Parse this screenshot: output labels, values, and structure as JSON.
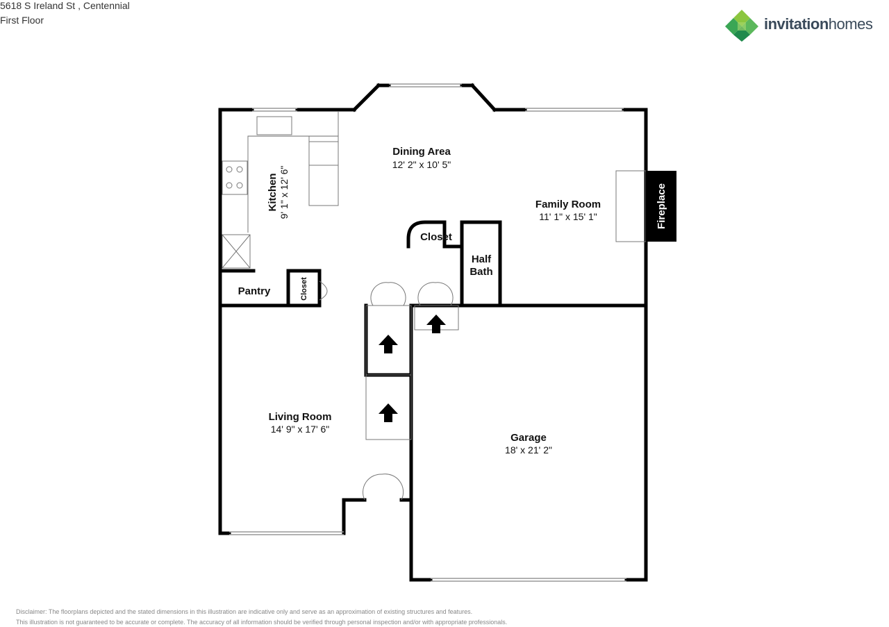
{
  "header": {
    "address": "5618 S Ireland St , Centennial",
    "floor": "First Floor"
  },
  "logo": {
    "brand_bold": "invitation",
    "brand_light": "homes",
    "icon": "invitation-homes-logo-icon"
  },
  "rooms": [
    {
      "name": "Dining Area",
      "dims": "12' 2\" x 10' 5\""
    },
    {
      "name": "Family Room",
      "dims": "11' 1\" x 15' 1\""
    },
    {
      "name": "Kitchen",
      "dims": "9' 1\" x 12' 6\""
    },
    {
      "name": "Closet",
      "dims": ""
    },
    {
      "name": "Half Bath",
      "dims": ""
    },
    {
      "name": "Pantry",
      "dims": ""
    },
    {
      "name": "Closet",
      "dims": ""
    },
    {
      "name": "Fireplace",
      "dims": ""
    },
    {
      "name": "Living Room",
      "dims": "14' 9\" x 17' 6\""
    },
    {
      "name": "Garage",
      "dims": "18' x 21' 2\""
    }
  ],
  "half_bath_lines": [
    "Half",
    "Bath"
  ],
  "disclaimer": [
    "Disclaimer: The floorplans depicted and the stated dimensions in this illustration are indicative only and serve as an approximation of existing structures and features.",
    "This illustration is not guaranteed to be accurate or complete. The accuracy of all information should be verified through personal inspection and/or with appropriate professionals."
  ]
}
